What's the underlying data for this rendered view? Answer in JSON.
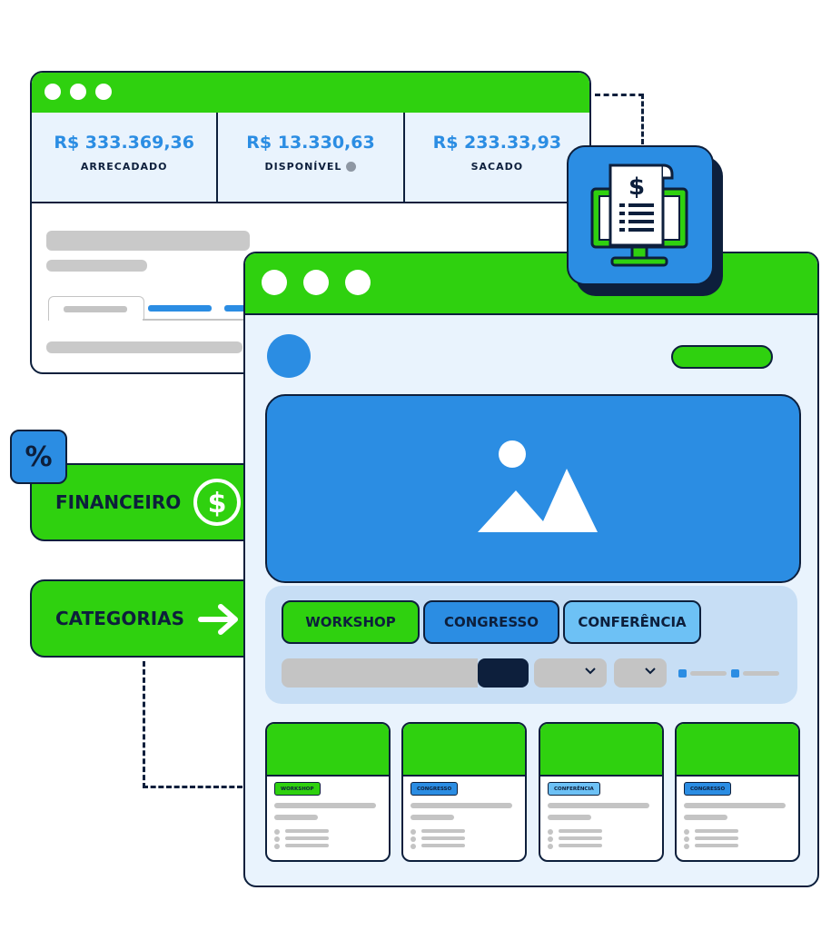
{
  "dashboard": {
    "stats": [
      {
        "value": "R$ 333.369,36",
        "label": "ARRECADADO"
      },
      {
        "value": "R$ 13.330,63",
        "label": "DISPONÍVEL"
      },
      {
        "value": "R$ 233.33,93",
        "label": "SACADO"
      }
    ]
  },
  "side_menu": {
    "financeiro_label": "FINANCEIRO",
    "categorias_label": "CATEGORIAS",
    "percent_badge": "%"
  },
  "site": {
    "category_chips": [
      "WORKSHOP",
      "CONGRESSO",
      "CONFERÊNCIA"
    ],
    "cards": [
      {
        "tag": "WORKSHOP"
      },
      {
        "tag": "CONGRESSO"
      },
      {
        "tag": "CONFERÊNCIA"
      },
      {
        "tag": "CONGRESSO"
      }
    ]
  },
  "colors": {
    "green": "#2fd10f",
    "blue": "#2b8de3",
    "light_blue": "#6dc1f5",
    "navy": "#0d1f3c",
    "panel_bg": "#e9f3fd"
  },
  "icons": [
    "dollar-circle-icon",
    "arrow-right-icon",
    "image-placeholder-icon",
    "receipt-monitor-icon",
    "chevron-down-icon",
    "percent-icon"
  ]
}
